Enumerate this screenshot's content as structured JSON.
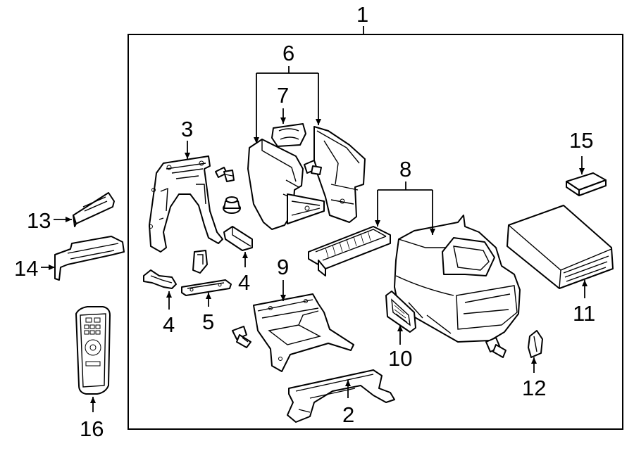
{
  "callouts": [
    {
      "id": "1",
      "text": "1"
    },
    {
      "id": "2",
      "text": "2"
    },
    {
      "id": "3",
      "text": "3"
    },
    {
      "id": "4a",
      "text": "4"
    },
    {
      "id": "4b",
      "text": "4"
    },
    {
      "id": "5",
      "text": "5"
    },
    {
      "id": "6",
      "text": "6"
    },
    {
      "id": "7",
      "text": "7"
    },
    {
      "id": "8",
      "text": "8"
    },
    {
      "id": "9",
      "text": "9"
    },
    {
      "id": "10",
      "text": "10"
    },
    {
      "id": "11",
      "text": "11"
    },
    {
      "id": "12",
      "text": "12"
    },
    {
      "id": "13",
      "text": "13"
    },
    {
      "id": "14",
      "text": "14"
    },
    {
      "id": "15",
      "text": "15"
    },
    {
      "id": "16",
      "text": "16"
    }
  ],
  "colors": {
    "line": "#000000",
    "background": "#ffffff"
  }
}
